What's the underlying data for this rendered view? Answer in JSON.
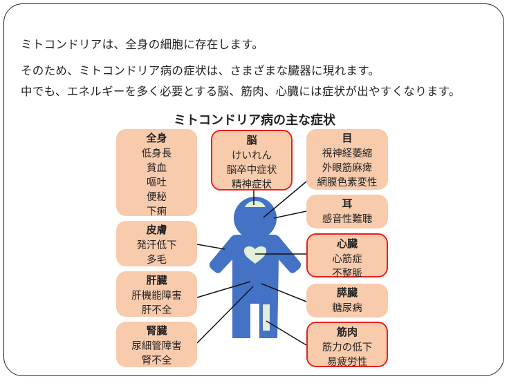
{
  "intro": [
    "ミトコンドリアは、全身の細胞に存在します。",
    "そのため、ミトコンドリア病の症状は、さまざまな臓器に現れます。",
    "中でも、エネルギーを多く必要とする脳、筋肉、心臓には症状が出やすくなります。"
  ],
  "title": "ミトコンドリア病の主な症状",
  "colors": {
    "box": "#f8cbad",
    "highlight_border": "#e8211f",
    "figure": "#4472c4",
    "organ": "#e2efda"
  },
  "boxes": {
    "zenshin": {
      "label": "全身",
      "items": [
        "低身長",
        "貧血",
        "嘔吐",
        "便秘",
        "下痢"
      ]
    },
    "hifu": {
      "label": "皮膚",
      "items": [
        "発汗低下",
        "多毛"
      ]
    },
    "kanzo": {
      "label": "肝臓",
      "items": [
        "肝機能障害",
        "肝不全"
      ]
    },
    "jinzo": {
      "label": "腎臓",
      "items": [
        "尿細管障害",
        "腎不全"
      ]
    },
    "no": {
      "label": "脳",
      "items": [
        "けいれん",
        "脳卒中症状",
        "精神症状"
      ]
    },
    "me": {
      "label": "目",
      "items": [
        "視神経萎縮",
        "外眼筋麻痺",
        "網膜色素変性"
      ]
    },
    "mimi": {
      "label": "耳",
      "items": [
        "感音性難聴"
      ]
    },
    "shinzo": {
      "label": "心臓",
      "items": [
        "心筋症",
        "不整脈"
      ]
    },
    "suizo": {
      "label": "膵臓",
      "items": [
        "糖尿病"
      ]
    },
    "kinniku": {
      "label": "筋肉",
      "items": [
        "筋力の低下",
        "易疲労性"
      ]
    }
  }
}
